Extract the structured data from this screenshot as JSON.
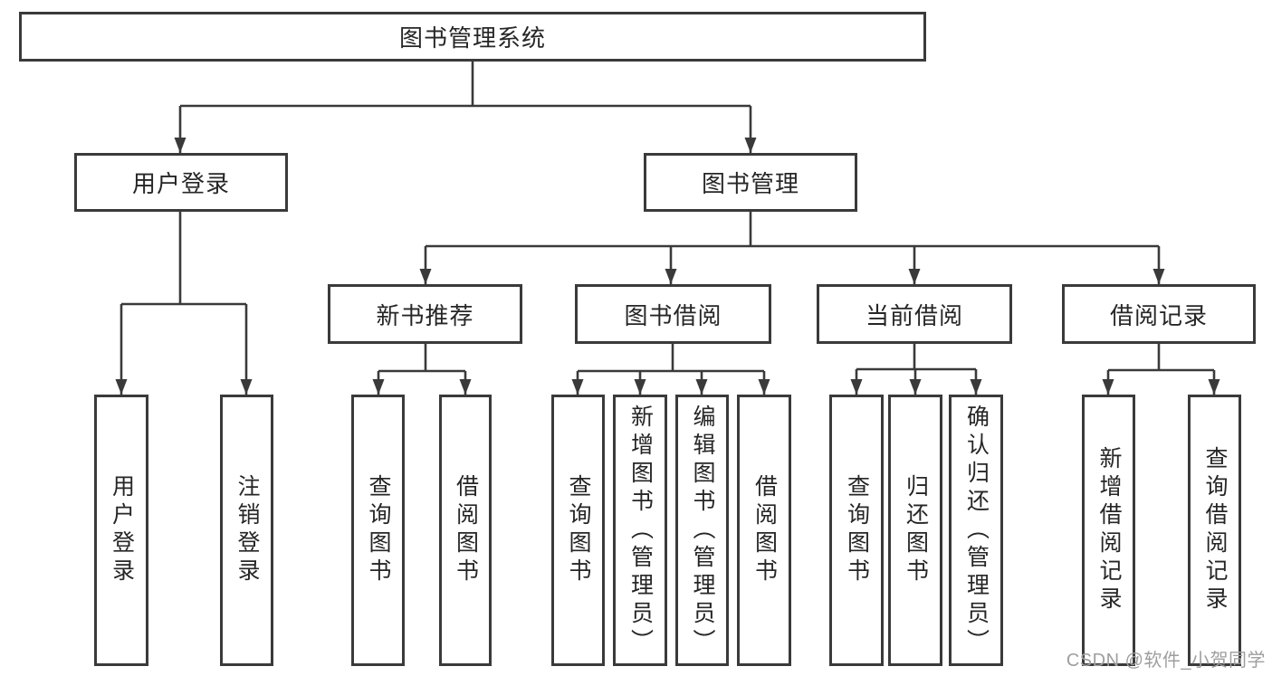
{
  "diagram": {
    "root": {
      "label": "图书管理系统"
    },
    "branches": {
      "user_login": {
        "label": "用户登录",
        "leaves": [
          "用户登录",
          "注销登录"
        ]
      },
      "book_management": {
        "label": "图书管理",
        "sections": {
          "new_book_recommend": {
            "label": "新书推荐",
            "leaves": [
              "查询图书",
              "借阅图书"
            ]
          },
          "book_borrowing": {
            "label": "图书借阅",
            "leaves": [
              "查询图书",
              "新增图书（管理员）",
              "编辑图书（管理员）",
              "借阅图书"
            ]
          },
          "current_borrowing": {
            "label": "当前借阅",
            "leaves": [
              "查询图书",
              "归还图书",
              "确认归还（管理员）"
            ]
          },
          "borrowing_records": {
            "label": "借阅记录",
            "leaves": [
              "新增借阅记录",
              "查询借阅记录"
            ]
          }
        }
      }
    }
  },
  "watermark": "CSDN @软件_小贺同学",
  "colors": {
    "line": "#3a3a3a",
    "text": "#262626",
    "box_background": "#ffffff",
    "background": "#ffffff",
    "watermark": "#9e9e9e"
  }
}
